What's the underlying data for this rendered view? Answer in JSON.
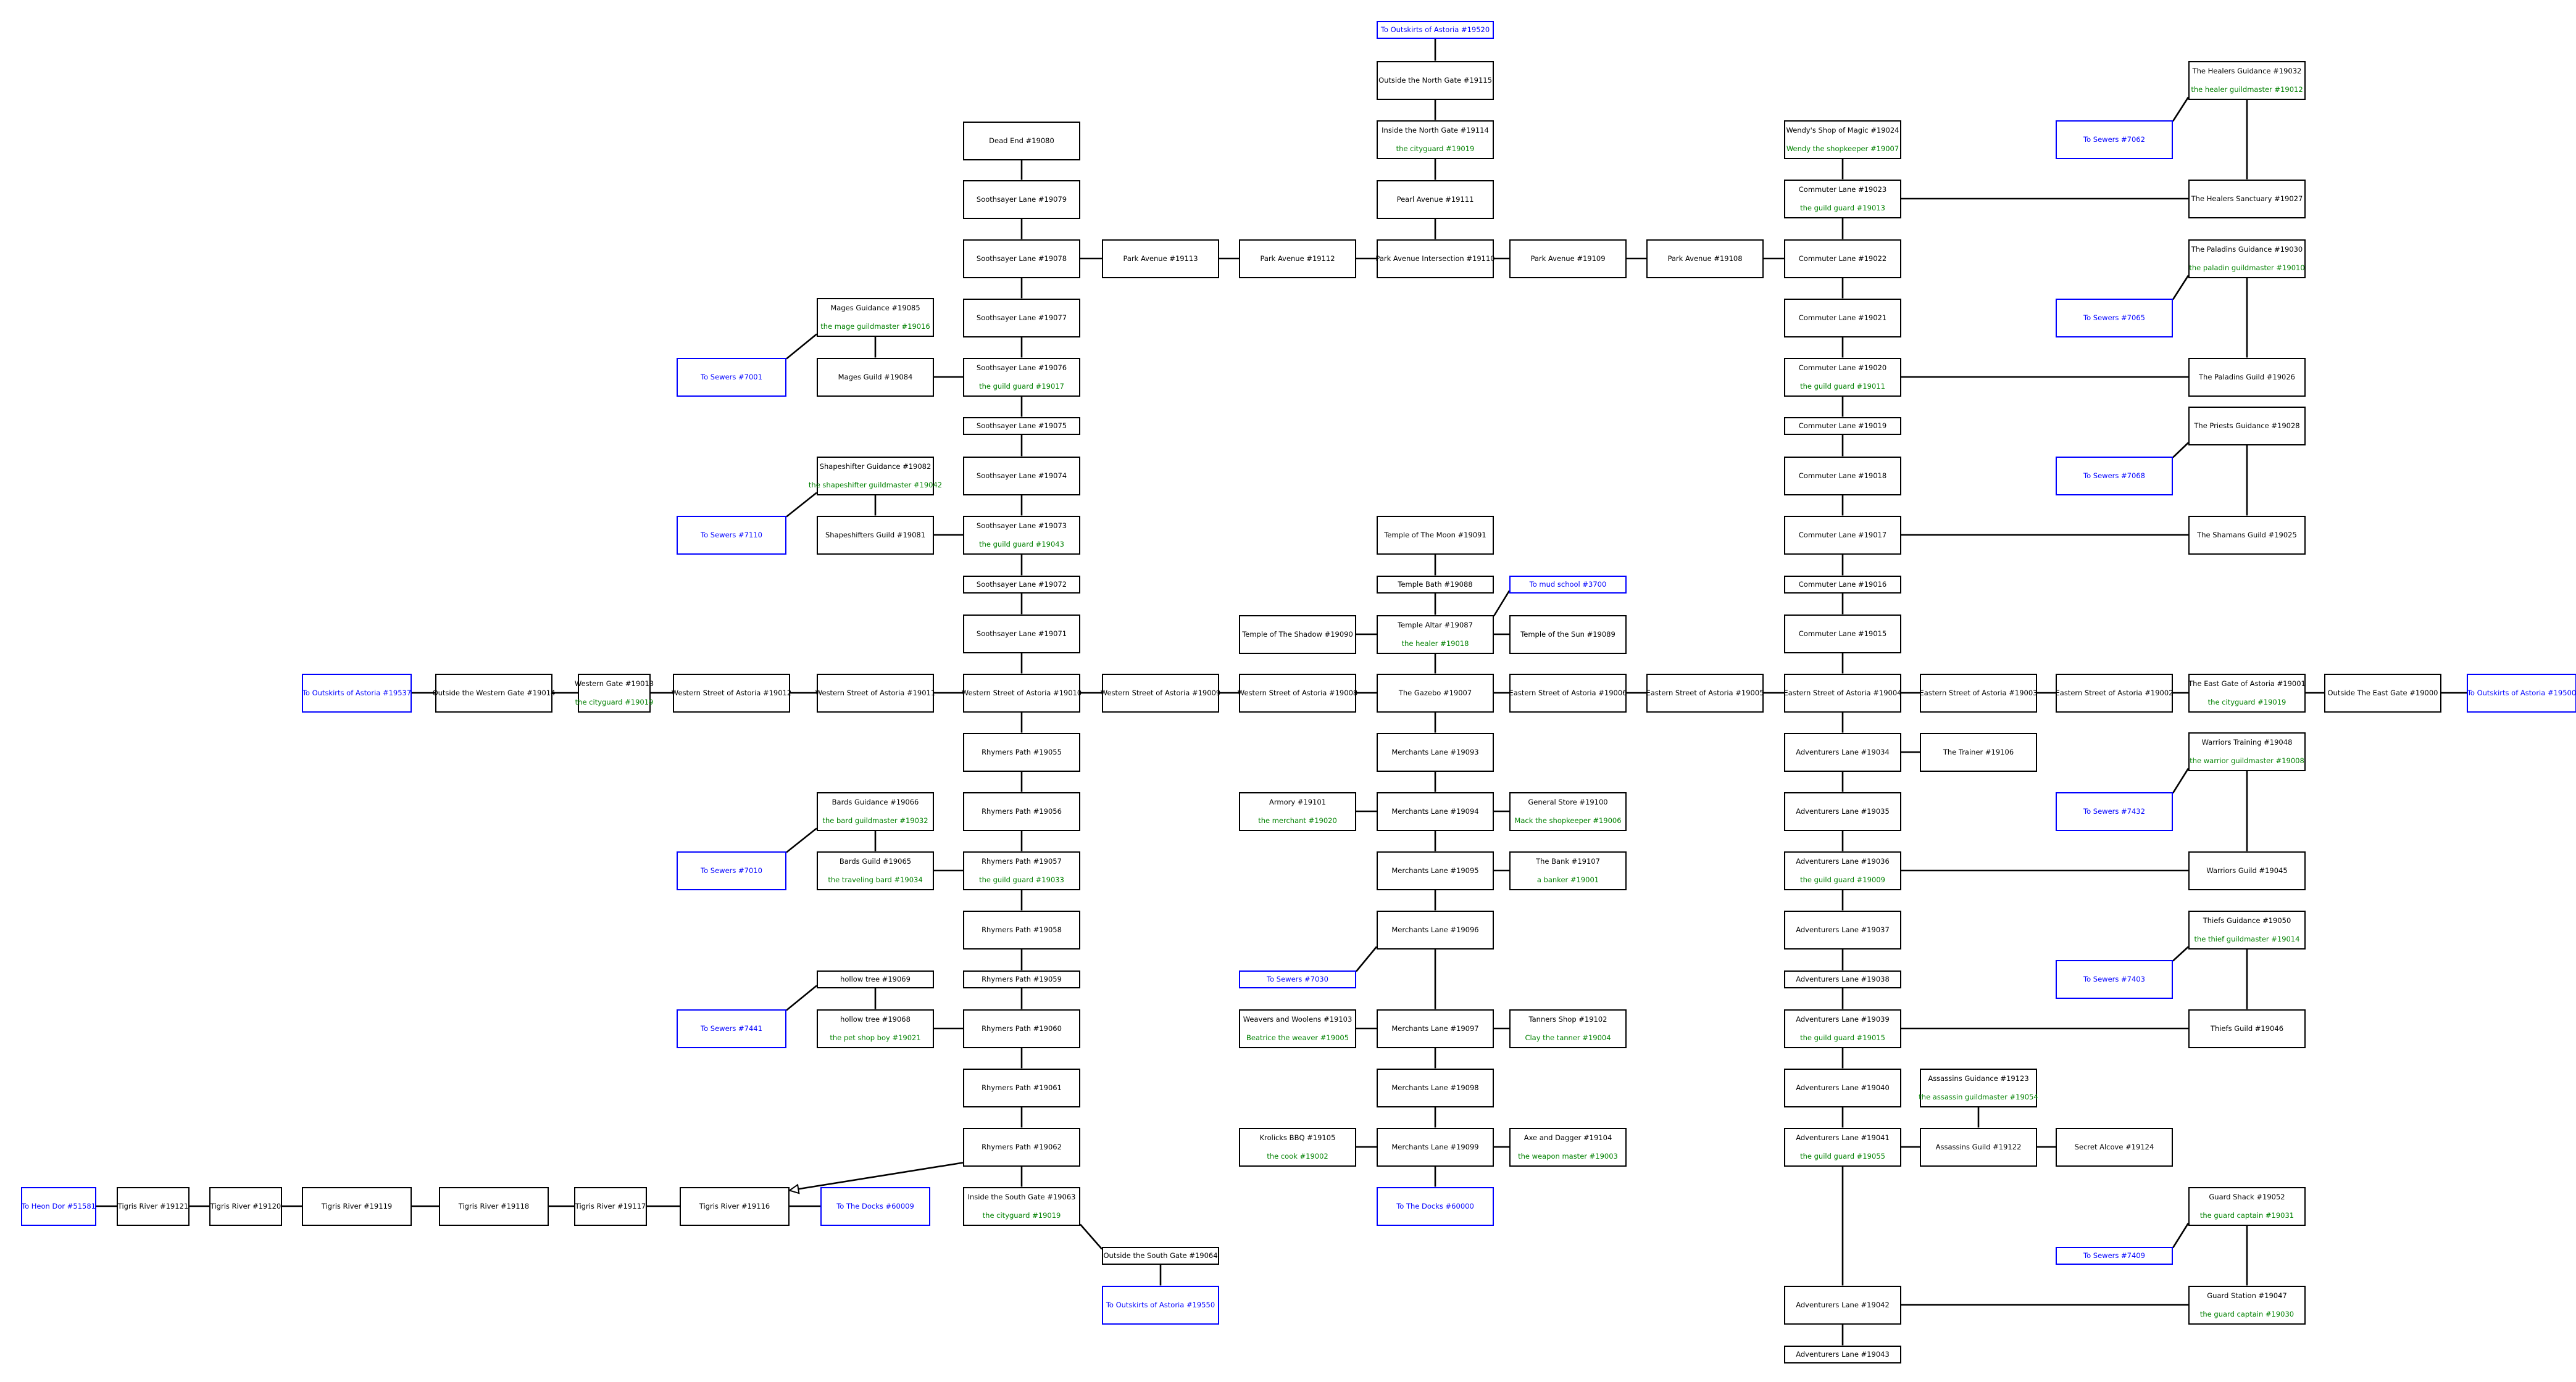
{
  "colors": {
    "room_border": "#000000",
    "exit_link": "#0000ff",
    "mobile_text": "#008000"
  },
  "rooms": {
    "to_outskirts_north": {
      "title": "To Outskirts of Astoria #19520",
      "link": true
    },
    "outside_north_gate": {
      "title": "Outside the North Gate #19115"
    },
    "inside_north_gate": {
      "title": "Inside the North Gate #19114",
      "mob": "the cityguard #19019"
    },
    "pearl_avenue": {
      "title": "Pearl Avenue #19111"
    },
    "dead_end": {
      "title": "Dead End #19080"
    },
    "soothsayer_19079": {
      "title": "Soothsayer Lane #19079"
    },
    "soothsayer_19078": {
      "title": "Soothsayer Lane #19078"
    },
    "park_19113": {
      "title": "Park Avenue #19113"
    },
    "park_19112": {
      "title": "Park Avenue #19112"
    },
    "park_intersection": {
      "title": "Park Avenue Intersection #19110"
    },
    "park_19109": {
      "title": "Park Avenue #19109"
    },
    "park_19108": {
      "title": "Park Avenue #19108"
    },
    "soothsayer_19077": {
      "title": "Soothsayer Lane #19077"
    },
    "mages_guidance": {
      "title": "Mages Guidance #19085",
      "mob": "the mage guildmaster #19016"
    },
    "to_sewers_7001": {
      "title": "To Sewers #7001",
      "link": true
    },
    "mages_guild": {
      "title": "Mages Guild #19084"
    },
    "soothsayer_19076": {
      "title": "Soothsayer Lane #19076",
      "mob": "the guild guard #19017"
    },
    "soothsayer_19075": {
      "title": "Soothsayer Lane #19075"
    },
    "shapeshifter_guidance": {
      "title": "Shapeshifter Guidance #19082",
      "mob": "the shapeshifter guildmaster #19042"
    },
    "soothsayer_19074": {
      "title": "Soothsayer Lane #19074"
    },
    "to_sewers_7110": {
      "title": "To Sewers #7110",
      "link": true
    },
    "shapeshifters_guild": {
      "title": "Shapeshifters Guild #19081"
    },
    "soothsayer_19073": {
      "title": "Soothsayer Lane #19073",
      "mob": "the guild guard #19043"
    },
    "soothsayer_19072": {
      "title": "Soothsayer Lane #19072"
    },
    "soothsayer_19071": {
      "title": "Soothsayer Lane #19071"
    },
    "wendys_shop": {
      "title": "Wendy's Shop of Magic #19024",
      "mob": "Wendy the shopkeeper #19007"
    },
    "healers_guidance": {
      "title": "The Healers Guidance #19032",
      "mob": "the healer guildmaster #19012"
    },
    "to_sewers_7062": {
      "title": "To Sewers #7062",
      "link": true
    },
    "commuter_19023": {
      "title": "Commuter Lane #19023",
      "mob": "the guild guard #19013"
    },
    "healers_sanctuary": {
      "title": "The Healers Sanctuary #19027"
    },
    "commuter_19022": {
      "title": "Commuter Lane #19022"
    },
    "paladins_guidance": {
      "title": "The Paladins Guidance #19030",
      "mob": "the paladin guildmaster #19010"
    },
    "commuter_19021": {
      "title": "Commuter Lane #19021"
    },
    "to_sewers_7065": {
      "title": "To Sewers #7065",
      "link": true
    },
    "commuter_19020": {
      "title": "Commuter Lane #19020",
      "mob": "the guild guard #19011"
    },
    "paladins_guild": {
      "title": "The Paladins Guild #19026"
    },
    "commuter_19019": {
      "title": "Commuter Lane #19019"
    },
    "priests_guidance": {
      "title": "The Priests Guidance #19028"
    },
    "commuter_19018": {
      "title": "Commuter Lane #19018"
    },
    "to_sewers_7068": {
      "title": "To Sewers #7068",
      "link": true
    },
    "commuter_19017": {
      "title": "Commuter Lane #19017"
    },
    "shamans_guild": {
      "title": "The Shamans Guild #19025"
    },
    "commuter_19016": {
      "title": "Commuter Lane #19016"
    },
    "commuter_19015": {
      "title": "Commuter Lane #19015"
    },
    "temple_moon": {
      "title": "Temple of The Moon #19091"
    },
    "temple_bath": {
      "title": "Temple Bath #19088"
    },
    "to_mud_school": {
      "title": "To mud school #3700",
      "link": true
    },
    "temple_shadow": {
      "title": "Temple of The Shadow #19090"
    },
    "temple_altar": {
      "title": "Temple Altar #19087",
      "mob": "the healer #19018"
    },
    "temple_sun": {
      "title": "Temple of the Sun #19089"
    },
    "to_outskirts_west": {
      "title": "To Outskirts of Astoria #19537",
      "link": true
    },
    "outside_western_gate": {
      "title": "Outside the Western Gate #19014"
    },
    "western_gate": {
      "title": "Western Gate #19013",
      "mob": "the cityguard #19019"
    },
    "western_19012": {
      "title": "Western Street of Astoria #19012"
    },
    "western_19011": {
      "title": "Western Street of Astoria #19011"
    },
    "western_19010": {
      "title": "Western Street of Astoria #19010"
    },
    "western_19009": {
      "title": "Western Street of Astoria #19009"
    },
    "western_19008": {
      "title": "Western Street of Astoria #19008"
    },
    "gazebo": {
      "title": "The Gazebo #19007"
    },
    "eastern_19006": {
      "title": "Eastern Street of Astoria #19006"
    },
    "eastern_19005": {
      "title": "Eastern Street of Astoria #19005"
    },
    "eastern_19004": {
      "title": "Eastern Street of Astoria #19004"
    },
    "eastern_19003": {
      "title": "Eastern Street of Astoria #19003"
    },
    "eastern_19002": {
      "title": "Eastern Street of Astoria #19002"
    },
    "east_gate": {
      "title": "The East Gate of Astoria #19001",
      "mob": "the cityguard #19019"
    },
    "outside_east_gate": {
      "title": "Outside The East Gate #19000"
    },
    "to_outskirts_east": {
      "title": "To Outskirts of Astoria #19500",
      "link": true
    },
    "rhymers_19055": {
      "title": "Rhymers Path #19055"
    },
    "merchants_19093": {
      "title": "Merchants Lane #19093"
    },
    "adventurers_19034": {
      "title": "Adventurers Lane #19034"
    },
    "the_trainer": {
      "title": "The Trainer #19106"
    },
    "warriors_training": {
      "title": "Warriors Training #19048",
      "mob": "the warrior guildmaster #19008"
    },
    "bards_guidance": {
      "title": "Bards Guidance #19066",
      "mob": "the bard guildmaster #19032"
    },
    "rhymers_19056": {
      "title": "Rhymers Path #19056"
    },
    "armory": {
      "title": "Armory #19101",
      "mob": "the merchant #19020"
    },
    "merchants_19094": {
      "title": "Merchants Lane #19094"
    },
    "general_store": {
      "title": "General Store #19100",
      "mob": "Mack the shopkeeper #19006"
    },
    "adventurers_19035": {
      "title": "Adventurers Lane #19035"
    },
    "to_sewers_7432": {
      "title": "To Sewers #7432",
      "link": true
    },
    "to_sewers_7010": {
      "title": "To Sewers #7010",
      "link": true
    },
    "bards_guild": {
      "title": "Bards Guild #19065",
      "mob": "the traveling bard #19034"
    },
    "rhymers_19057": {
      "title": "Rhymers Path #19057",
      "mob": "the guild guard #19033"
    },
    "merchants_19095": {
      "title": "Merchants Lane #19095"
    },
    "the_bank": {
      "title": "The Bank #19107",
      "mob": "a banker #19001"
    },
    "adventurers_19036": {
      "title": "Adventurers Lane #19036",
      "mob": "the guild guard #19009"
    },
    "warriors_guild": {
      "title": "Warriors Guild #19045"
    },
    "rhymers_19058": {
      "title": "Rhymers Path #19058"
    },
    "merchants_19096": {
      "title": "Merchants Lane #19096"
    },
    "adventurers_19037": {
      "title": "Adventurers Lane #19037"
    },
    "thiefs_guidance": {
      "title": "Thiefs Guidance #19050",
      "mob": "the thief guildmaster #19014"
    },
    "hollow_tree_19069": {
      "title": "hollow tree #19069"
    },
    "rhymers_19059": {
      "title": "Rhymers Path #19059"
    },
    "to_sewers_7030": {
      "title": "To Sewers #7030",
      "link": true
    },
    "adventurers_19038": {
      "title": "Adventurers Lane #19038"
    },
    "to_sewers_7403": {
      "title": "To Sewers #7403",
      "link": true
    },
    "to_sewers_7441": {
      "title": "To Sewers #7441",
      "link": true
    },
    "hollow_tree_19068": {
      "title": "hollow tree #19068",
      "mob": "the pet shop boy #19021"
    },
    "rhymers_19060": {
      "title": "Rhymers Path #19060"
    },
    "weavers": {
      "title": "Weavers and Woolens #19103",
      "mob": "Beatrice the weaver #19005"
    },
    "merchants_19097": {
      "title": "Merchants Lane #19097"
    },
    "tanners_shop": {
      "title": "Tanners Shop #19102",
      "mob": "Clay the tanner #19004"
    },
    "adventurers_19039": {
      "title": "Adventurers Lane #19039",
      "mob": "the guild guard #19015"
    },
    "thiefs_guild": {
      "title": "Thiefs Guild #19046"
    },
    "rhymers_19061": {
      "title": "Rhymers Path #19061"
    },
    "merchants_19098": {
      "title": "Merchants Lane #19098"
    },
    "adventurers_19040": {
      "title": "Adventurers Lane #19040"
    },
    "assassins_guidance": {
      "title": "Assassins Guidance #19123",
      "mob": "the assassin guildmaster #19054"
    },
    "rhymers_19062": {
      "title": "Rhymers Path #19062"
    },
    "krolicks_bbq": {
      "title": "Krolicks BBQ #19105",
      "mob": "the cook #19002"
    },
    "merchants_19099": {
      "title": "Merchants Lane #19099"
    },
    "axe_dagger": {
      "title": "Axe and Dagger #19104",
      "mob": "the weapon master #19003"
    },
    "adventurers_19041": {
      "title": "Adventurers Lane #19041",
      "mob": "the guild guard #19055"
    },
    "assassins_guild": {
      "title": "Assassins Guild #19122"
    },
    "secret_alcove": {
      "title": "Secret Alcove #19124"
    },
    "to_heon_dor": {
      "title": "To Heon Dor #51581",
      "link": true
    },
    "tigris_19121": {
      "title": "Tigris River #19121"
    },
    "tigris_19120": {
      "title": "Tigris River #19120"
    },
    "tigris_19119": {
      "title": "Tigris River #19119"
    },
    "tigris_19118": {
      "title": "Tigris River #19118"
    },
    "tigris_19117": {
      "title": "Tigris River #19117"
    },
    "tigris_19116": {
      "title": "Tigris River #19116"
    },
    "to_docks_west": {
      "title": "To The Docks #60009",
      "link": true
    },
    "inside_south_gate": {
      "title": "Inside the South Gate #19063",
      "mob": "the cityguard #19019"
    },
    "to_docks_center": {
      "title": "To The Docks #60000",
      "link": true
    },
    "guard_shack": {
      "title": "Guard Shack #19052",
      "mob": "the guard captain #19031"
    },
    "outside_south_gate": {
      "title": "Outside the South Gate #19064"
    },
    "to_sewers_7409": {
      "title": "To Sewers #7409",
      "link": true
    },
    "to_outskirts_south": {
      "title": "To Outskirts of Astoria #19550",
      "link": true
    },
    "adventurers_19042": {
      "title": "Adventurers Lane #19042"
    },
    "guard_station": {
      "title": "Guard Station #19047",
      "mob": "the guard captain #19030"
    },
    "adventurers_19043": {
      "title": "Adventurers Lane #19043"
    }
  }
}
